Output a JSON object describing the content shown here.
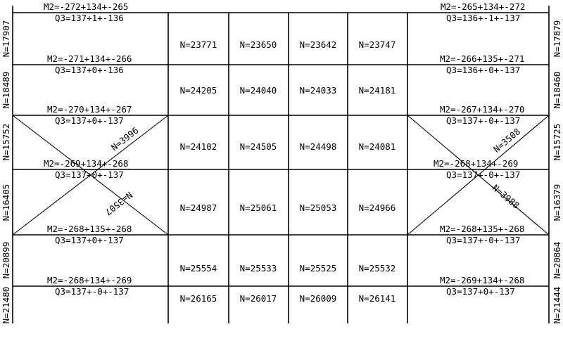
{
  "top_labels": {
    "left": "M2=-272+134+-265",
    "right": "M2=-265+134+-272"
  },
  "rows": [
    {
      "left_n": "N=17907",
      "right_n": "N=17879",
      "left_q3": "Q3=137+1+-136",
      "left_m2": "M2=-271+134+-266",
      "right_q3": "Q3=136+-1+-137",
      "right_m2": "M2=-266+135+-271",
      "cols": [
        "N=23771",
        "N=23650",
        "N=23642",
        "N=23747"
      ]
    },
    {
      "left_n": "N=18489",
      "right_n": "N=18460",
      "left_q3": "Q3=137+0+-136",
      "left_m2": "M2=-270+134+-267",
      "right_q3": "Q3=136+-0+-137",
      "right_m2": "M2=-267+134+-270",
      "cols": [
        "N=24205",
        "N=24040",
        "N=24033",
        "N=24181"
      ]
    },
    {
      "left_n": "N=15752",
      "right_n": "N=15725",
      "left_q3": "Q3=137+0+-137",
      "left_m2": "M2=-269+134+-268",
      "right_q3": "Q3=137+-0+-137",
      "right_m2": "M2=-268+134+-269",
      "cols": [
        "N=24102",
        "N=24505",
        "N=24498",
        "N=24081"
      ]
    },
    {
      "left_n": "N=16405",
      "right_n": "N=16379",
      "left_q3": "Q3=137+0+-137",
      "left_m2": "M2=-268+135+-268",
      "right_q3": "Q3=137+-0+-137",
      "right_m2": "M2=-268+135+-268",
      "cols": [
        "N=24987",
        "N=25061",
        "N=25053",
        "N=24966"
      ]
    },
    {
      "left_n": "N=20899",
      "right_n": "N=20864",
      "left_q3": "Q3=137+0+-137",
      "left_m2": "M2=-268+134+-269",
      "right_q3": "Q3=137+-0+-137",
      "right_m2": "M2=-269+134+-268",
      "cols": [
        "N=25554",
        "N=25533",
        "N=25525",
        "N=25532"
      ]
    },
    {
      "left_n": "N=21480",
      "right_n": "N=21444",
      "left_q3": "Q3=137+-0+-137",
      "left_m2": "",
      "right_q3": "Q3=137+0+-137",
      "right_m2": "",
      "cols": [
        "N=26165",
        "N=26017",
        "N=26009",
        "N=26141"
      ]
    }
  ],
  "braces": [
    {
      "upper": "N=3996",
      "lower": "N=3507"
    },
    {
      "upper": "N=3508",
      "lower": "N=3988"
    }
  ]
}
